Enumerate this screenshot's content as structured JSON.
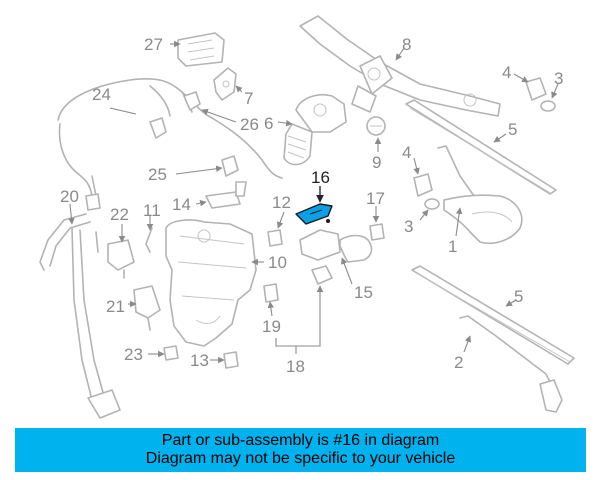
{
  "diagram": {
    "highlight_color": "#0aa0e6",
    "callouts": {
      "c1": "1",
      "c2": "2",
      "c3a": "3",
      "c3b": "3",
      "c4a": "4",
      "c4b": "4",
      "c5a": "5",
      "c5b": "5",
      "c6": "6",
      "c7": "7",
      "c8": "8",
      "c9": "9",
      "c10": "10",
      "c11": "11",
      "c12": "12",
      "c13": "13",
      "c14": "14",
      "c15": "15",
      "c16": "16",
      "c17": "17",
      "c18": "18",
      "c19": "19",
      "c20": "20",
      "c21": "21",
      "c22": "22",
      "c23": "23",
      "c24": "24",
      "c25": "25",
      "c26": "26",
      "c27": "27"
    }
  },
  "banner": {
    "line1": "Part or sub-assembly is #16 in diagram",
    "line2": "Diagram may not be specific to your vehicle",
    "color": "#00b2ee"
  }
}
